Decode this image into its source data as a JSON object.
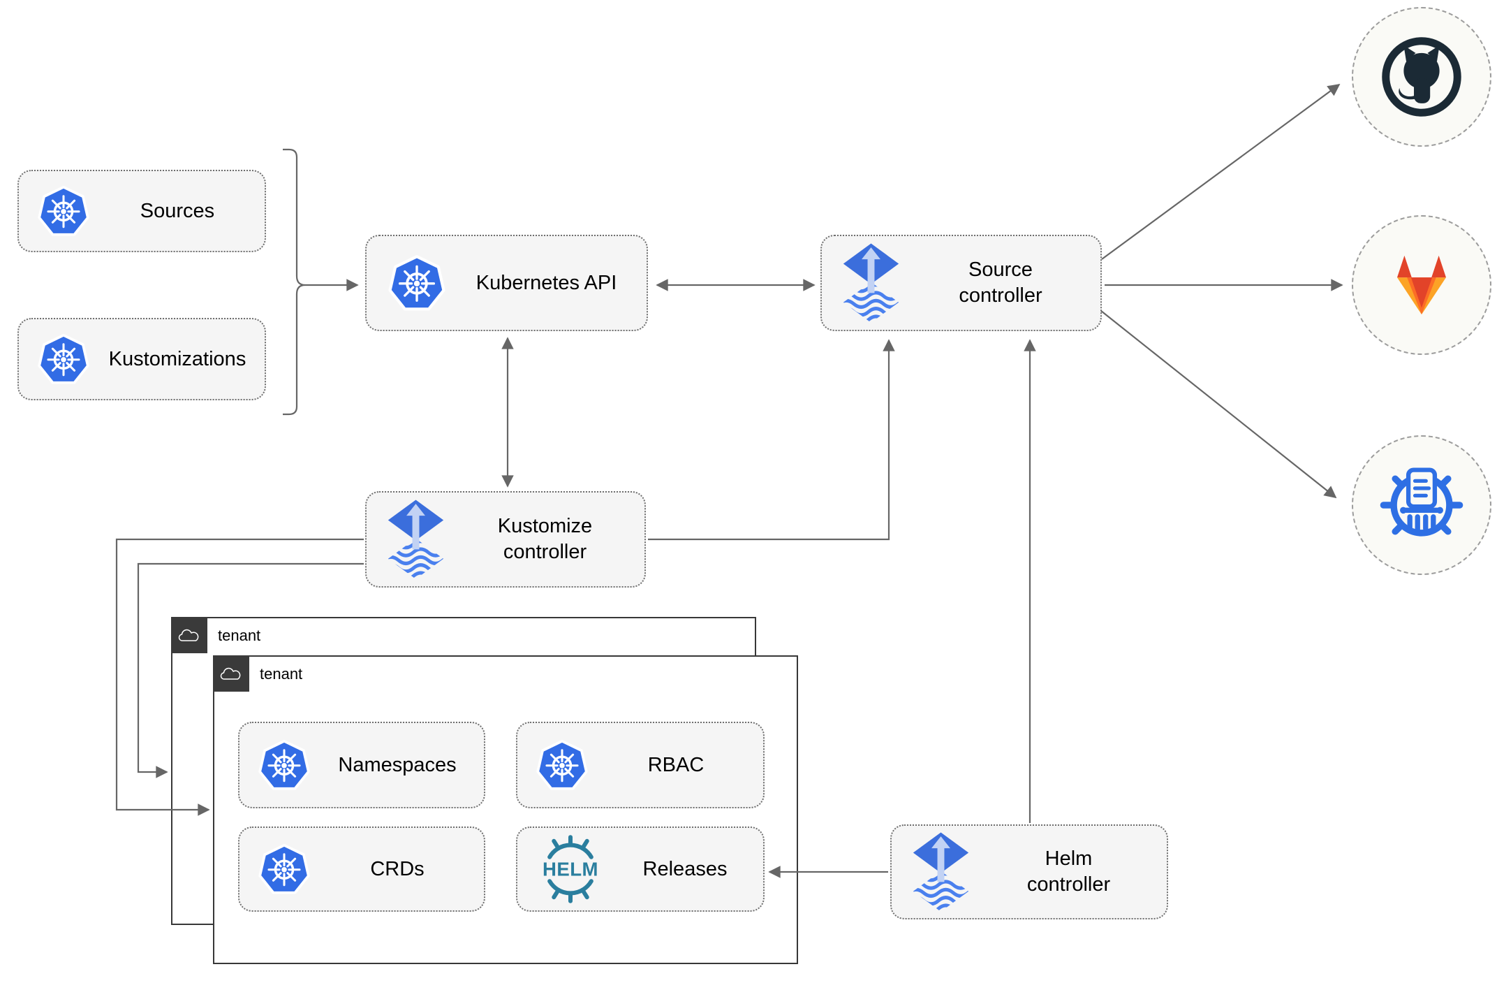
{
  "nodes": {
    "sources": {
      "label": "Sources",
      "icon": "kubernetes-icon"
    },
    "kustomizations": {
      "label": "Kustomizations",
      "icon": "kubernetes-icon"
    },
    "kubernetes_api": {
      "label": "Kubernetes API",
      "icon": "kubernetes-icon"
    },
    "source_controller": {
      "lines": [
        "Source",
        "controller"
      ],
      "icon": "flux-icon"
    },
    "kustomize_controller": {
      "lines": [
        "Kustomize",
        "controller"
      ],
      "icon": "flux-icon"
    },
    "helm_controller": {
      "lines": [
        "Helm",
        "controller"
      ],
      "icon": "flux-icon"
    },
    "tenant_outer": {
      "label": "tenant",
      "icon": "cloud-icon"
    },
    "tenant_inner": {
      "label": "tenant",
      "icon": "cloud-icon"
    },
    "namespaces": {
      "label": "Namespaces",
      "icon": "kubernetes-icon"
    },
    "rbac": {
      "label": "RBAC",
      "icon": "kubernetes-icon"
    },
    "crds": {
      "label": "CRDs",
      "icon": "kubernetes-icon"
    },
    "releases": {
      "label": "Releases",
      "icon": "helm-icon"
    }
  },
  "external": {
    "github": {
      "icon": "github-icon"
    },
    "gitlab": {
      "icon": "gitlab-icon"
    },
    "helm_repository": {
      "icon": "helm-repository-icon"
    }
  },
  "logo_text": {
    "helm": "HELM"
  },
  "edges": [
    {
      "from": "sources+kustomizations",
      "to": "kubernetes-api",
      "style": "arrow"
    },
    {
      "from": "kubernetes-api",
      "to": "source-controller",
      "style": "bidirectional"
    },
    {
      "from": "kubernetes-api",
      "to": "kustomize-controller",
      "style": "bidirectional"
    },
    {
      "from": "kustomize-controller",
      "to": "source-controller",
      "style": "arrow"
    },
    {
      "from": "kustomize-controller",
      "to": "tenant-inner",
      "style": "arrow"
    },
    {
      "from": "kustomize-controller",
      "to": "tenant-outer",
      "style": "arrow"
    },
    {
      "from": "helm-controller",
      "to": "source-controller",
      "style": "arrow"
    },
    {
      "from": "helm-controller",
      "to": "releases",
      "style": "arrow"
    },
    {
      "from": "source-controller",
      "to": "github",
      "style": "arrow"
    },
    {
      "from": "source-controller",
      "to": "gitlab",
      "style": "arrow"
    },
    {
      "from": "source-controller",
      "to": "helm-repository",
      "style": "arrow"
    }
  ],
  "colors": {
    "box_fill": "#f5f5f5",
    "box_border": "#6e6e6e",
    "line": "#666666",
    "tenant_border": "#3a3a3a",
    "kubernetes_blue": "#326ce5",
    "flux_blue": "#3b6edc",
    "flux_light_blue": "#c2d2f4",
    "helm_teal": "#2a7e9e",
    "github_dark": "#1b2a35",
    "gitlab_red": "#e24329",
    "gitlab_orange": "#fc6d26",
    "gitlab_yellow": "#fca326",
    "helm_repository_blue": "#2e6fe4"
  }
}
